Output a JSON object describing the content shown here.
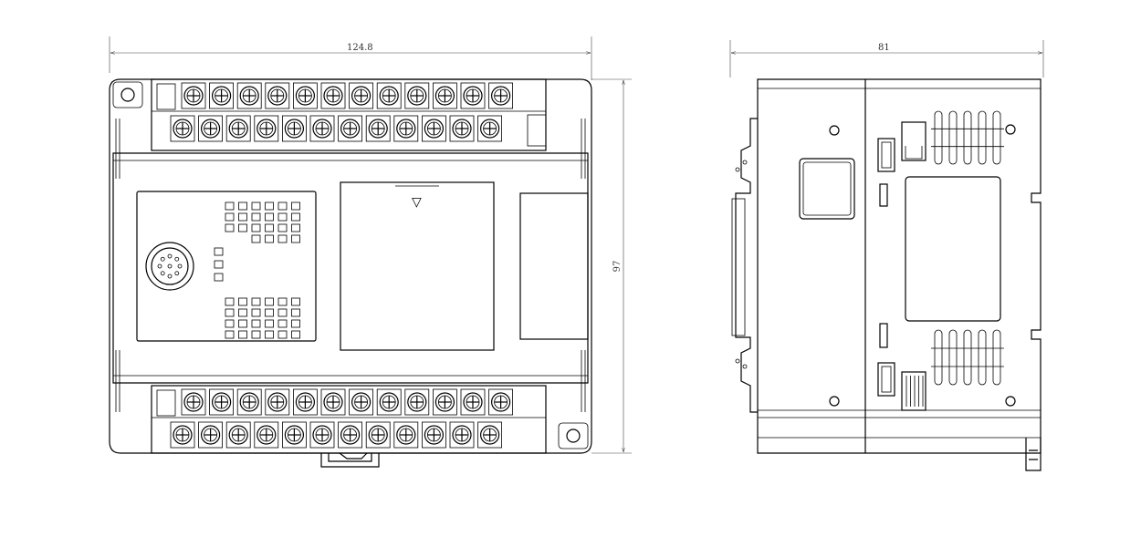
{
  "dimensions": {
    "front_width": "124.8",
    "height": "97",
    "side_depth": "81"
  },
  "front_view": {
    "terminal_rows": [
      {
        "name": "top-upper",
        "count": 12
      },
      {
        "name": "top-lower",
        "count": 12
      },
      {
        "name": "bottom-upper",
        "count": 12
      },
      {
        "name": "bottom-lower",
        "count": 12
      }
    ],
    "led_grid_top_rows": [
      6,
      6,
      6,
      4
    ],
    "led_grid_bottom_rows": [
      6,
      6,
      6,
      6
    ],
    "status_leds": 3,
    "connector_pins": 8,
    "cover_marker": "▽"
  },
  "side_view": {
    "vent_groups": 2,
    "slots_per_group": 5
  }
}
